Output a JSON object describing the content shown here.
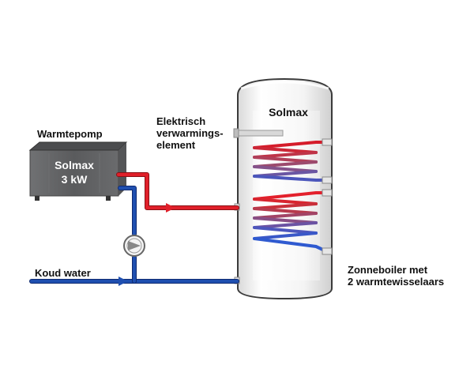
{
  "labels": {
    "heat_pump": "Warmtepomp",
    "heat_pump_brand": "Solmax",
    "heat_pump_power": "3 kW",
    "element_line1": "Elektrisch",
    "element_line2": "verwarmings-",
    "element_line3": "element",
    "tank_brand": "Solmax",
    "cold_water": "Koud water",
    "boiler_line1": "Zonneboiler met",
    "boiler_line2": "2 warmtewisselaars"
  },
  "colors": {
    "hot_pipe": "#e0202a",
    "cold_pipe": "#1f3f9a",
    "heat_pump_body": "#5f6062",
    "tank_body": "#f2f2f2",
    "tank_outline": "#3a3a3a"
  },
  "icons": {
    "pump": "circulation-pump-icon"
  }
}
